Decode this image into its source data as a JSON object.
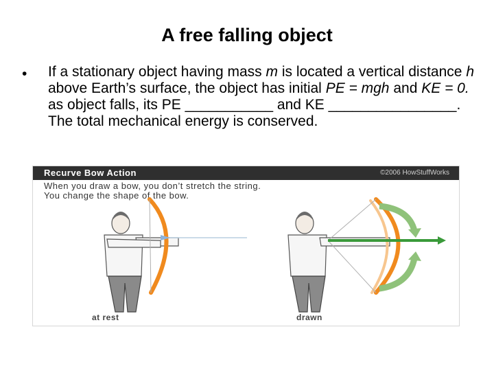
{
  "slide": {
    "title": "A free falling object",
    "bullet_symbol": "•",
    "text": {
      "p1": "If a stationary object having mass ",
      "m": "m",
      "p2": " is located a vertical distance ",
      "h": "h",
      "p3": " above Earth’s surface, the object has initial ",
      "pe_eq": "PE = mgh",
      "p4": " and ",
      "ke_eq": "KE = 0.",
      "p5": " as object falls, its PE ___________ and KE ________________. The total mechanical energy is conserved."
    }
  },
  "figure": {
    "header_title": "Recurve Bow Action",
    "credit": "©2006 HowStuffWorks",
    "caption_line1": "When you draw a bow, you don’t stretch the string.",
    "caption_line2": "You change the shape of the bow.",
    "label_rest": "at rest",
    "label_drawn": "drawn",
    "colors": {
      "bow": "#f08a1e",
      "arrow": "#3a9a3a",
      "rotation_arrows": "#8fc27a",
      "header_bg": "#2f2f2f"
    }
  }
}
